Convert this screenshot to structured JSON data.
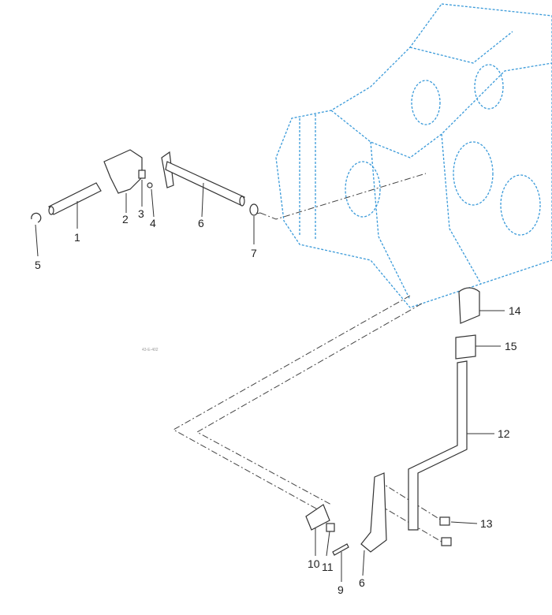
{
  "diagram": {
    "drawing_code": "43-E-402",
    "callouts": [
      {
        "id": "1",
        "label": "1"
      },
      {
        "id": "2",
        "label": "2"
      },
      {
        "id": "3",
        "label": "3"
      },
      {
        "id": "4",
        "label": "4"
      },
      {
        "id": "5",
        "label": "5"
      },
      {
        "id": "6a",
        "label": "6"
      },
      {
        "id": "7",
        "label": "7"
      },
      {
        "id": "14",
        "label": "14"
      },
      {
        "id": "15",
        "label": "15"
      },
      {
        "id": "12",
        "label": "12"
      },
      {
        "id": "13",
        "label": "13"
      },
      {
        "id": "10",
        "label": "10"
      },
      {
        "id": "11",
        "label": "11"
      },
      {
        "id": "9",
        "label": "9"
      },
      {
        "id": "6b",
        "label": "6"
      }
    ],
    "colors": {
      "housing": "#3a9ad9",
      "parts": "#333333"
    }
  }
}
